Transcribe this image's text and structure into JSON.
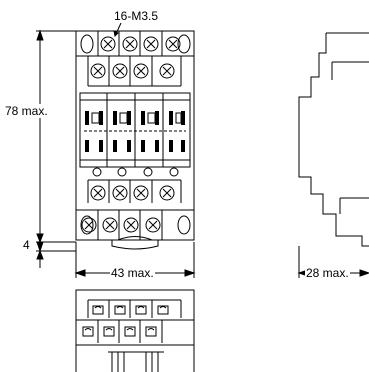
{
  "front_view": {
    "terminal_label": "16-M3.5",
    "height_label": "78 max.",
    "offset_label": "4",
    "width_label": "43 max."
  },
  "side_view": {
    "depth_label": "28 max."
  }
}
